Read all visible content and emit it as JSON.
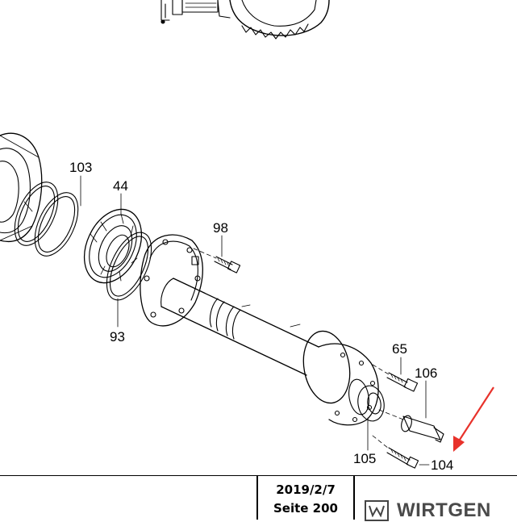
{
  "callouts": {
    "c103": "103",
    "c44": "44",
    "c98": "98",
    "c93": "93",
    "c65": "65",
    "c106": "106",
    "c105": "105",
    "c104": "104"
  },
  "footer": {
    "date": "2019/2/7",
    "page": "Seite 200",
    "brand": "WIRTGEN",
    "logo_icon": "wirtgen-w-icon"
  },
  "colors": {
    "ink": "#000000",
    "arrow": "#e8322b",
    "brand": "#4a4a4a"
  }
}
